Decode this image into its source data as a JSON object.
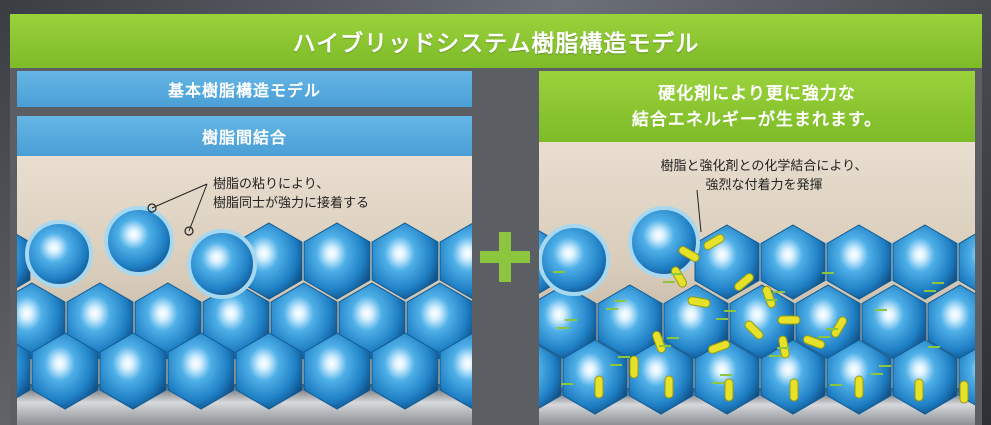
{
  "title": "ハイブリッドシステム樹脂構造モデル",
  "left": {
    "header": "基本樹脂構造モデル",
    "subheader": "樹脂間結合",
    "annotation": [
      "樹脂の粘りにより、",
      "樹脂同士が強力に接着する"
    ]
  },
  "right": {
    "header": [
      "硬化剤により更に強力な",
      "結合エネルギーが生まれます。"
    ],
    "annotation": [
      "樹脂と強化剤との化学結合により、",
      "強烈な付着力を発揮"
    ]
  },
  "operator": "+",
  "colors": {
    "green": "#8cc63f",
    "blue_header": "#55a8dc",
    "resin_ball": "#2a8fd0",
    "hardener": "#e6e22a"
  }
}
